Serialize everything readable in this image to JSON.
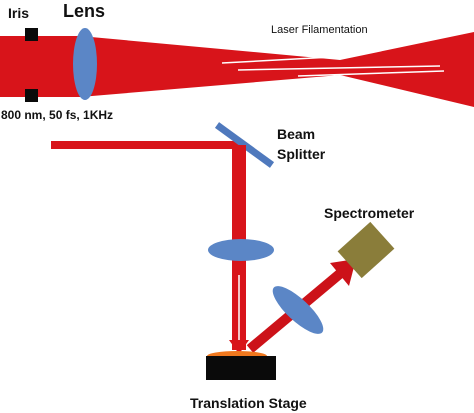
{
  "labels": {
    "iris": "Iris",
    "lens": "Lens",
    "laser_filamentation": "Laser Filamentation",
    "source_params": "800 nm, 50 fs, 1KHz",
    "beam": "Beam",
    "splitter": "Splitter",
    "spectrometer": "Spectrometer",
    "translation_stage": "Translation Stage"
  },
  "colors": {
    "laser": "#d8141a",
    "laser_arrow": "#cc1219",
    "lens": "#5b86c6",
    "splitter": "#4f79bd",
    "spectrometer": "#8a7d3a",
    "stage": "#0a0a0a",
    "sample": "#f0781e",
    "filament": "#ffffff"
  }
}
